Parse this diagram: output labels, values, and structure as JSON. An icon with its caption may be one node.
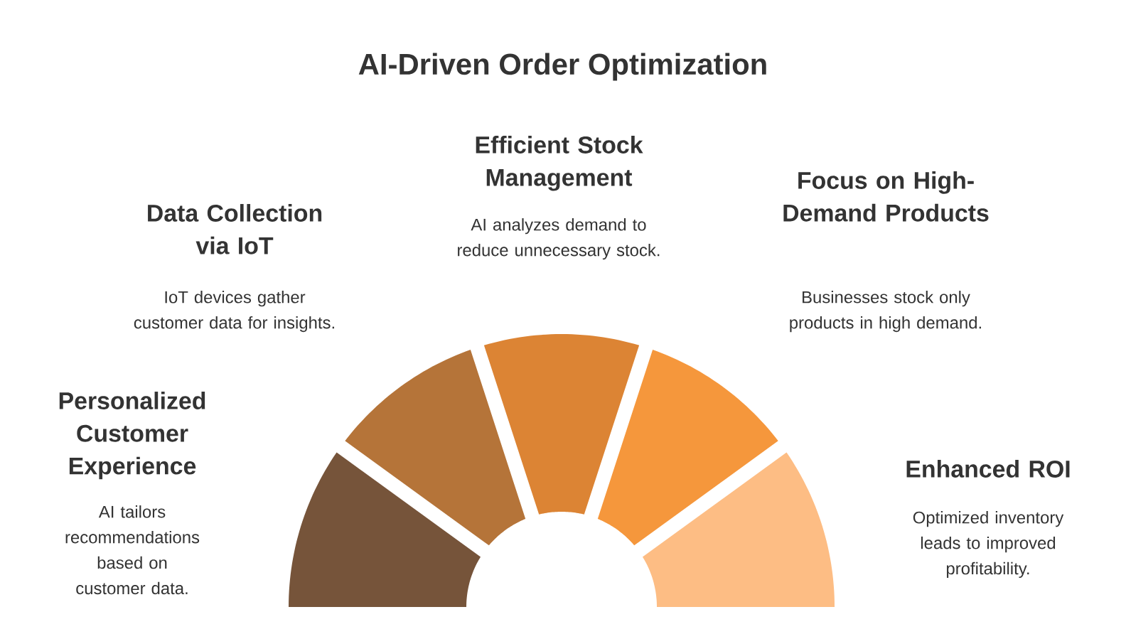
{
  "diagram": {
    "title": "AI-Driven Order Optimization",
    "nodes": [
      {
        "text": [
          "Personalized Customer Experience",
          "AI tailors recommendations based on customer data."
        ]
      },
      {
        "text": [
          "Data Collection via IoT",
          "IoT devices gather customer data for insights."
        ]
      },
      {
        "text": [
          "Efficient Stock Management",
          "AI analyzes demand to reduce unnecessary stock."
        ]
      },
      {
        "text": [
          "Focus on High-Demand Products",
          "Businesses stock only products in high demand."
        ]
      },
      {
        "text": [
          "Enhanced ROI",
          "Optimized inventory leads to improved profitability."
        ]
      }
    ]
  }
}
